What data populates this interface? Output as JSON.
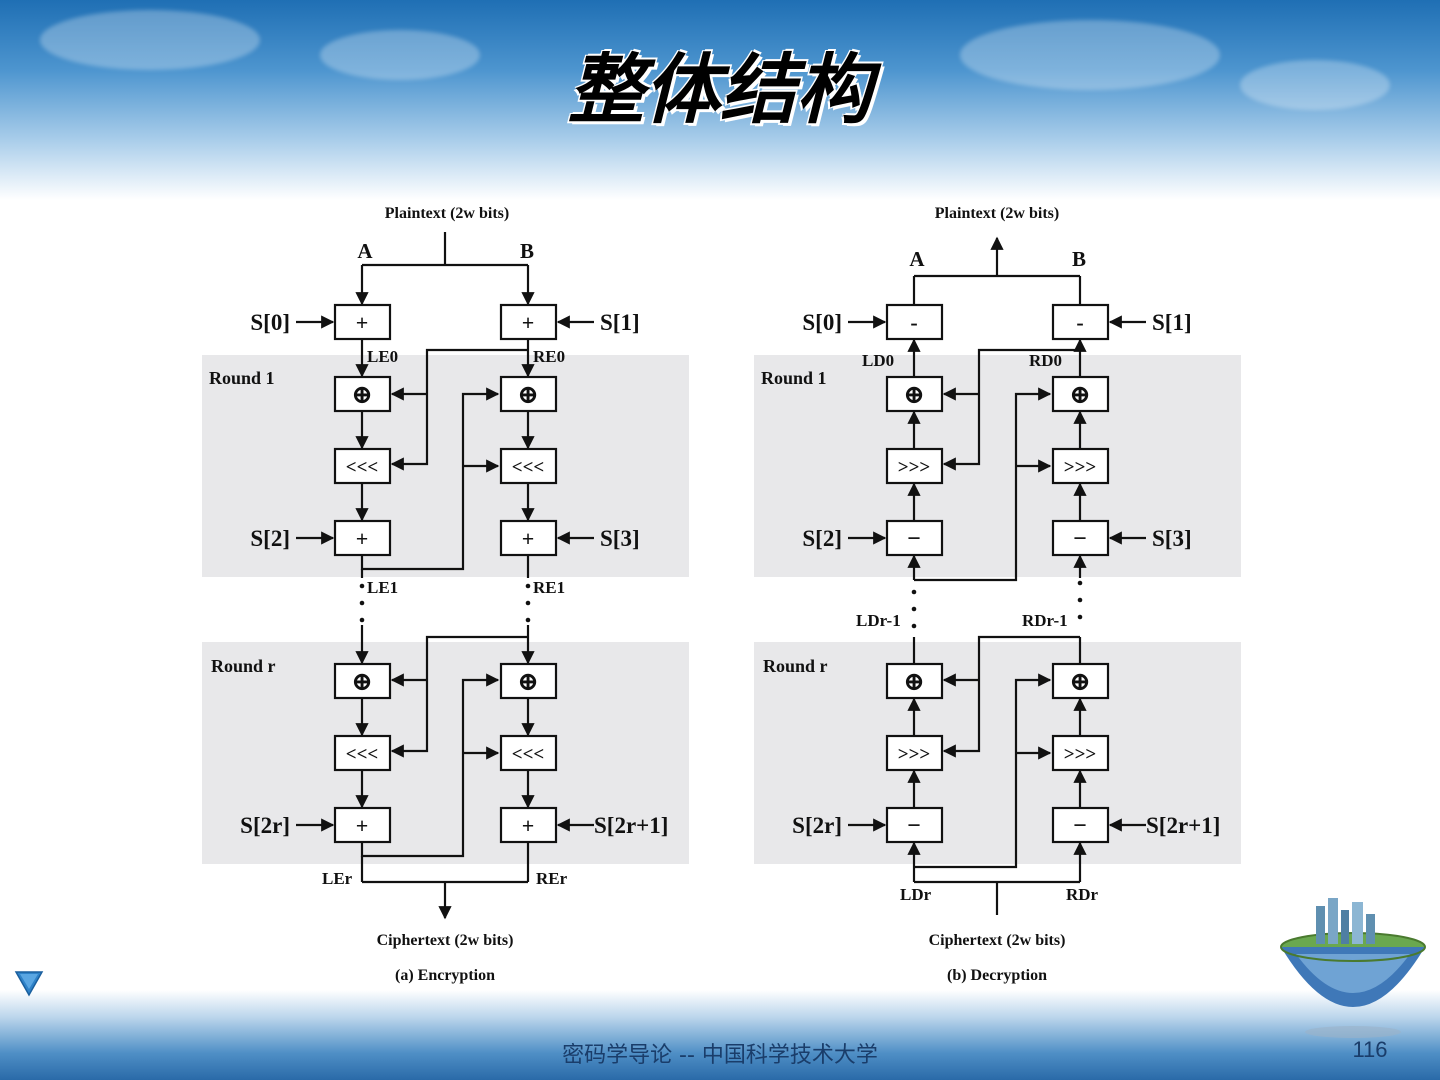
{
  "slide": {
    "title": "整体结构",
    "footer": "密码学导论 -- 中国科学技术大学",
    "page_number": "116"
  },
  "encryption": {
    "plaintext": "Plaintext (2w bits)",
    "label_a": "A",
    "label_b": "B",
    "s0": "S[0]",
    "s1": "S[1]",
    "s2": "S[2]",
    "s3": "S[3]",
    "s2r": "S[2r]",
    "s2r1": "S[2r+1]",
    "le0": "LE0",
    "re0": "RE0",
    "le1": "LE1",
    "re1": "RE1",
    "ler": "LEr",
    "rer": "REr",
    "round1": "Round 1",
    "roundr": "Round r",
    "ciphertext": "Ciphertext (2w bits)",
    "caption": "(a) Encryption",
    "op_add": "+",
    "op_xor": "⊕",
    "op_rot": "<<<"
  },
  "decryption": {
    "plaintext": "Plaintext (2w bits)",
    "label_a": "A",
    "label_b": "B",
    "s0": "S[0]",
    "s1": "S[1]",
    "s2": "S[2]",
    "s3": "S[3]",
    "s2r": "S[2r]",
    "s2r1": "S[2r+1]",
    "ld0": "LD0",
    "rd0": "RD0",
    "ldr1": "LDr-1",
    "rdr1": "RDr-1",
    "ldr": "LDr",
    "rdr": "RDr",
    "round1": "Round 1",
    "roundr": "Round r",
    "ciphertext": "Ciphertext (2w bits)",
    "caption": "(b) Decryption",
    "op_sub_top": "-",
    "op_sub": "−",
    "op_xor": "⊕",
    "op_rot": ">>>"
  },
  "colors": {
    "round_shade": "#e8e8ea",
    "header_blue": "#1f6fb4",
    "nav_blue": "#2f82c8"
  }
}
